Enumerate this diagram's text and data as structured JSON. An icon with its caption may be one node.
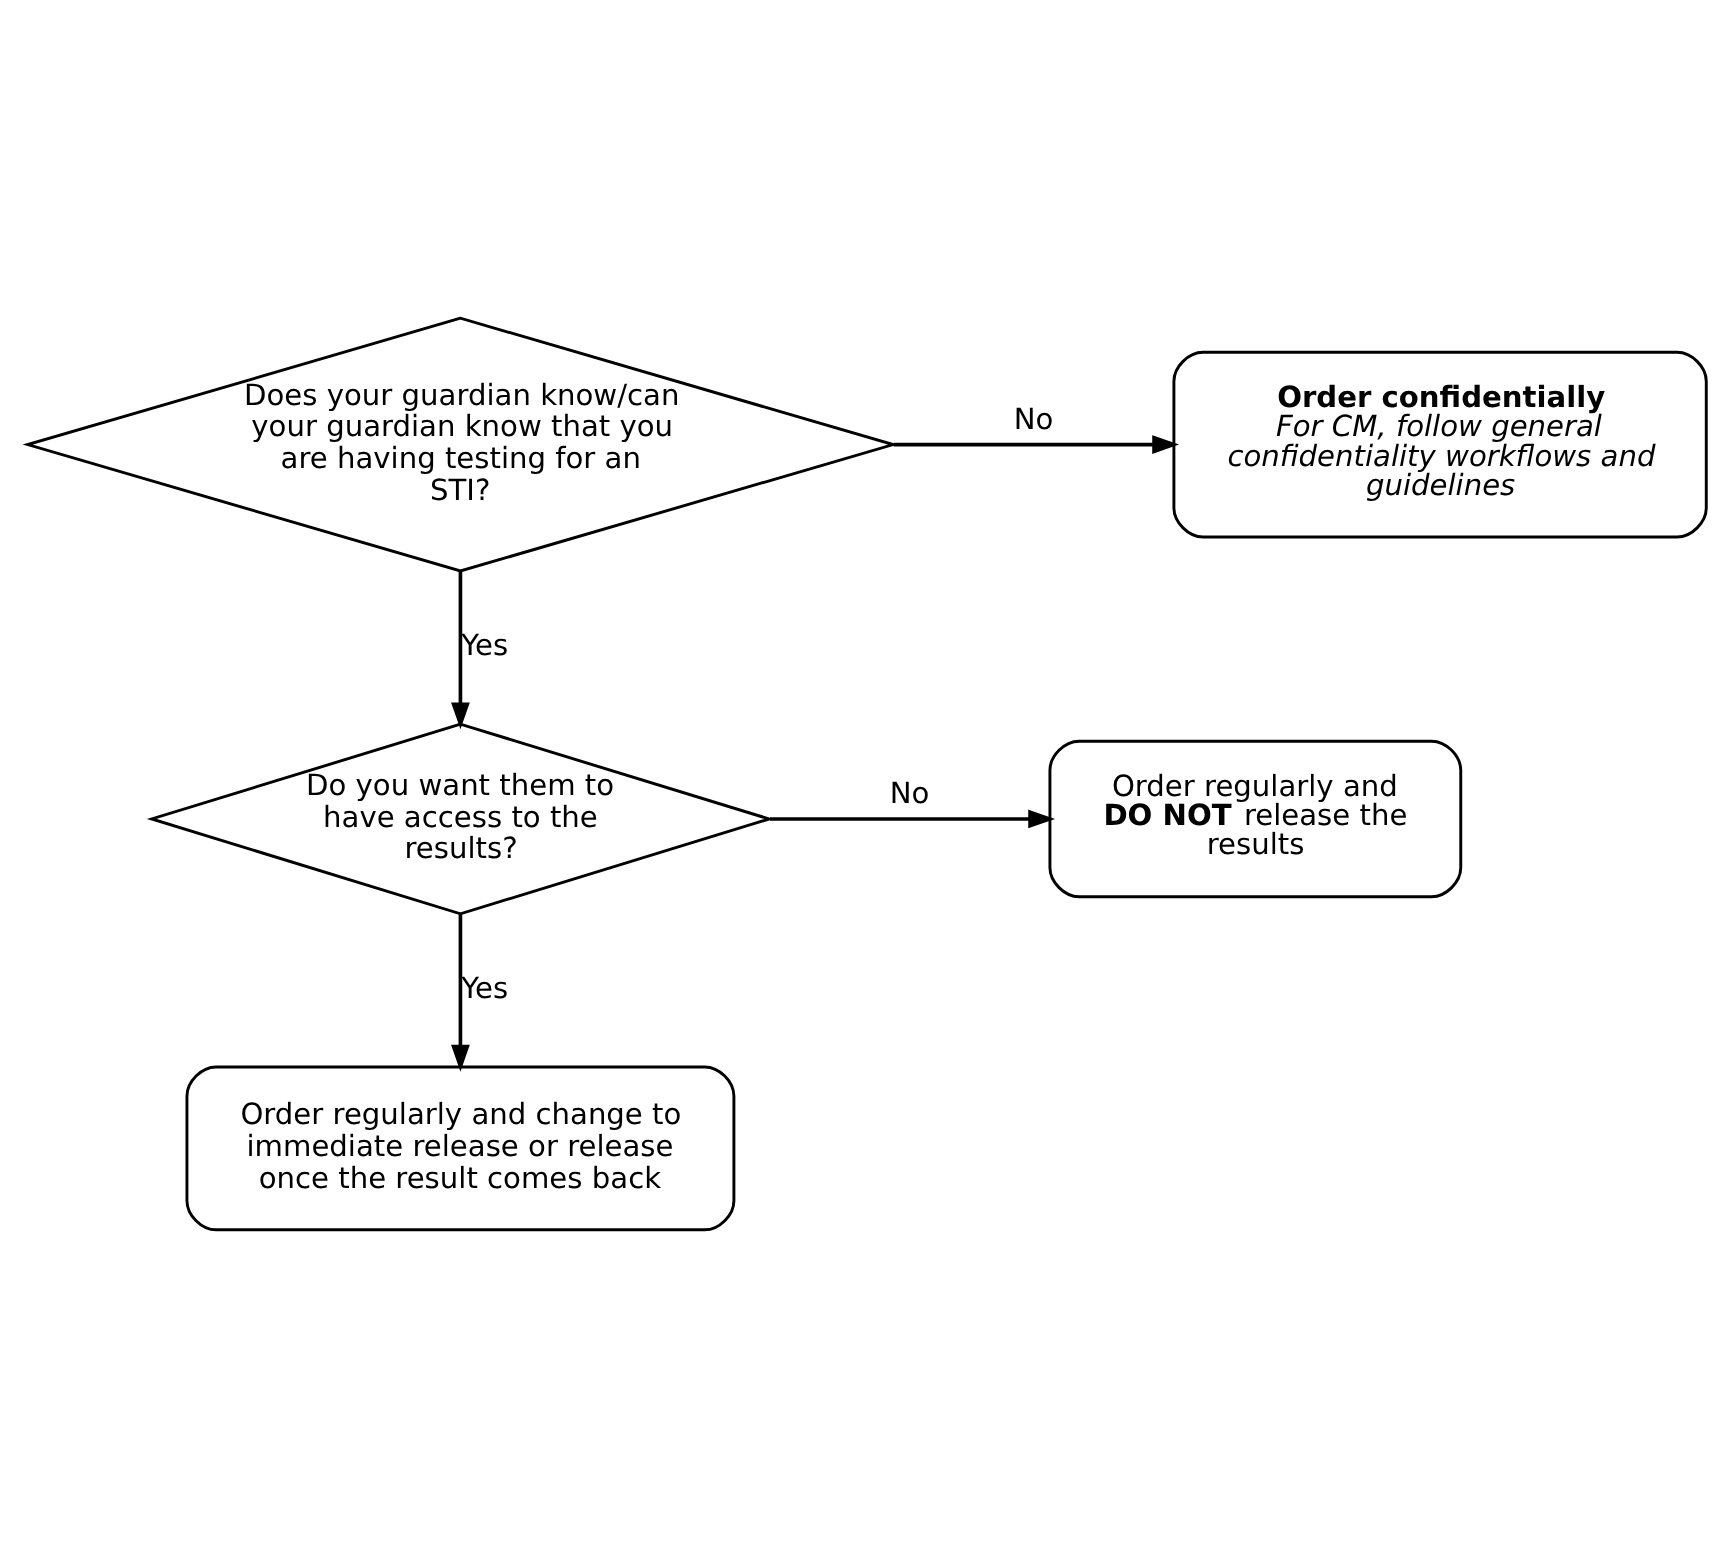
{
  "diagram": {
    "nodes": [
      {
        "text": [
          "Does your guardian know/can your guardian know that you are having testing for an STI?"
        ]
      },
      {
        "text": [
          "Order confidentially",
          "For CM, follow general confidentiality workflows and guidelines"
        ]
      },
      {
        "text": [
          "Do you want them to have access to the results?"
        ]
      },
      {
        "text": [
          "Order regularly and **DO NOT** release the results"
        ]
      },
      {
        "text": [
          "Order regularly and change to immediate release or release once the result comes back"
        ]
      }
    ],
    "edges": [
      {
        "from": 0,
        "to": 1,
        "arrow": "to",
        "label": "No"
      },
      {
        "from": 0,
        "to": 2,
        "arrow": "to",
        "label": "Yes"
      },
      {
        "from": 2,
        "to": 3,
        "arrow": "to",
        "label": "No"
      },
      {
        "from": 2,
        "to": 4,
        "arrow": "to",
        "label": "Yes"
      }
    ]
  }
}
